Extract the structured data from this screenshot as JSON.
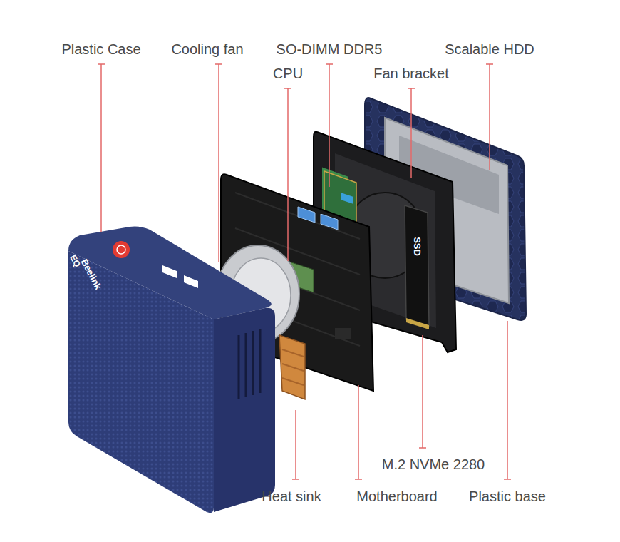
{
  "diagram": {
    "labels": [
      "Plastic Case",
      "Cooling fan",
      "SO-DIMM DDR5",
      "Scalable HDD",
      "CPU",
      "Fan bracket",
      "M.2 NVMe 2280",
      "Heat sink",
      "Motherboard",
      "Plastic base",
      "Beelink",
      "EQ",
      "SSD"
    ]
  }
}
